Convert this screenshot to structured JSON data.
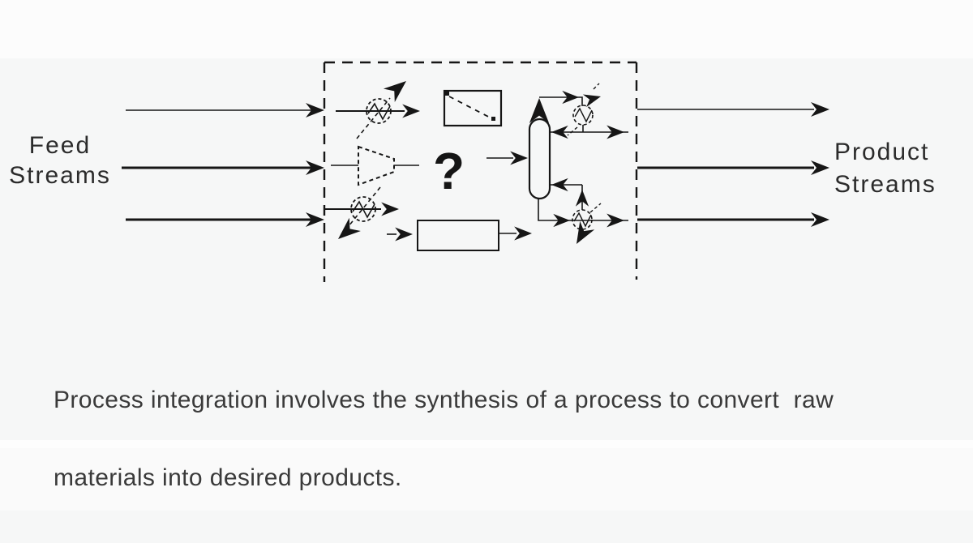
{
  "diagram": {
    "feed_label": {
      "line1": "Feed",
      "line2": "Streams"
    },
    "product_label": {
      "line1": "Product",
      "line2": "Streams"
    },
    "question_mark": "?"
  },
  "caption": {
    "line1": "Process integration involves the synthesis of a process to convert  raw",
    "line2": "materials into desired products."
  },
  "colors": {
    "line": "#161616",
    "label_text": "#2b2b2b",
    "caption_text": "#3a3a3a",
    "background": "#f6f7f7"
  }
}
